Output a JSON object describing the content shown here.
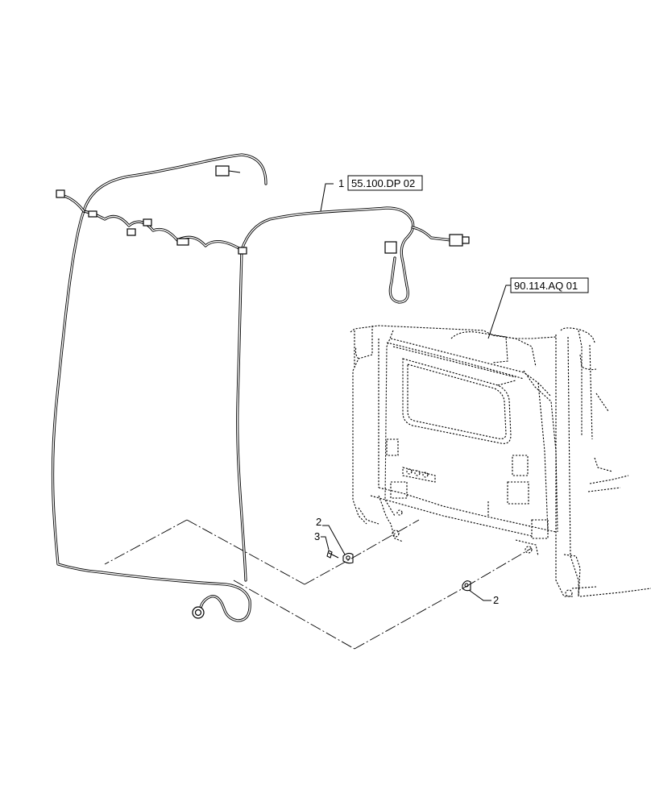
{
  "callouts": [
    {
      "id": "harness",
      "number": "1",
      "reference": "55.100.DP 02"
    },
    {
      "id": "cab",
      "reference": "90.114.AQ 01"
    },
    {
      "id": "clip-left",
      "number": "2"
    },
    {
      "id": "screw",
      "number": "3"
    },
    {
      "id": "clip-right",
      "number": "2"
    }
  ],
  "icons": {
    "harness": "wiring-harness-icon",
    "cab": "cab-rear-wall-icon",
    "clip": "cable-clip-icon",
    "screw": "screw-icon"
  }
}
